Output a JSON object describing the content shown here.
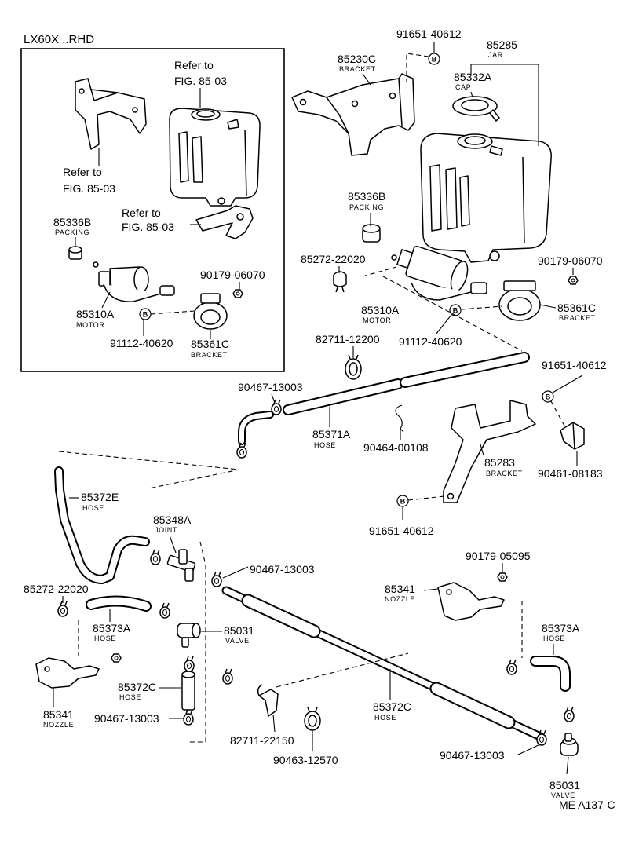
{
  "header": {
    "model": "LX60X ..RHD"
  },
  "inset": {
    "refs": [
      {
        "l1": "Refer to",
        "l2": "FIG. 85-03"
      },
      {
        "l1": "Refer to",
        "l2": "FIG. 85-03"
      },
      {
        "l1": "Refer to",
        "l2": "FIG. 85-03"
      }
    ],
    "parts": [
      {
        "number": "85336B",
        "name": "PACKING"
      },
      {
        "number": "90179-06070"
      },
      {
        "number": "85310A",
        "name": "MOTOR"
      },
      {
        "number": "91112-40620"
      },
      {
        "number": "85361C",
        "name": "BRACKET"
      }
    ],
    "marker": "B"
  },
  "main": {
    "marker": "B",
    "parts": [
      {
        "number": "91651-40612"
      },
      {
        "number": "85285",
        "name": "JAR"
      },
      {
        "number": "85230C",
        "name": "BRACKET"
      },
      {
        "number": "85332A",
        "name": "CAP"
      },
      {
        "number": "85336B",
        "name": "PACKING"
      },
      {
        "number": "85272-22020"
      },
      {
        "number": "90179-06070"
      },
      {
        "number": "85310A",
        "name": "MOTOR"
      },
      {
        "number": "85361C",
        "name": "BRACKET"
      },
      {
        "number": "91112-40620"
      },
      {
        "number": "82711-12200"
      },
      {
        "number": "91651-40612"
      },
      {
        "number": "90467-13003"
      },
      {
        "number": "85371A",
        "name": "HOSE"
      },
      {
        "number": "90464-00108"
      },
      {
        "number": "85283",
        "name": "BRACKET"
      },
      {
        "number": "90461-08183"
      },
      {
        "number": "91651-40612"
      },
      {
        "number": "85372E",
        "name": "HOSE"
      },
      {
        "number": "85348A",
        "name": "JOINT"
      },
      {
        "number": "90467-13003"
      },
      {
        "number": "90179-05095"
      },
      {
        "number": "85341",
        "name": "NOZZLE"
      },
      {
        "number": "85272-22020"
      },
      {
        "number": "85373A",
        "name": "HOSE"
      },
      {
        "number": "85031",
        "name": "VALVE"
      },
      {
        "number": "85373A",
        "name": "HOSE"
      },
      {
        "number": "85372C",
        "name": "HOSE"
      },
      {
        "number": "85341",
        "name": "NOZZLE"
      },
      {
        "number": "90467-13003"
      },
      {
        "number": "85372C",
        "name": "HOSE"
      },
      {
        "number": "82711-22150"
      },
      {
        "number": "90463-12570"
      },
      {
        "number": "90467-13003"
      },
      {
        "number": "85031",
        "name": "VALVE"
      }
    ]
  },
  "footer": {
    "code": "ME A137-C"
  }
}
